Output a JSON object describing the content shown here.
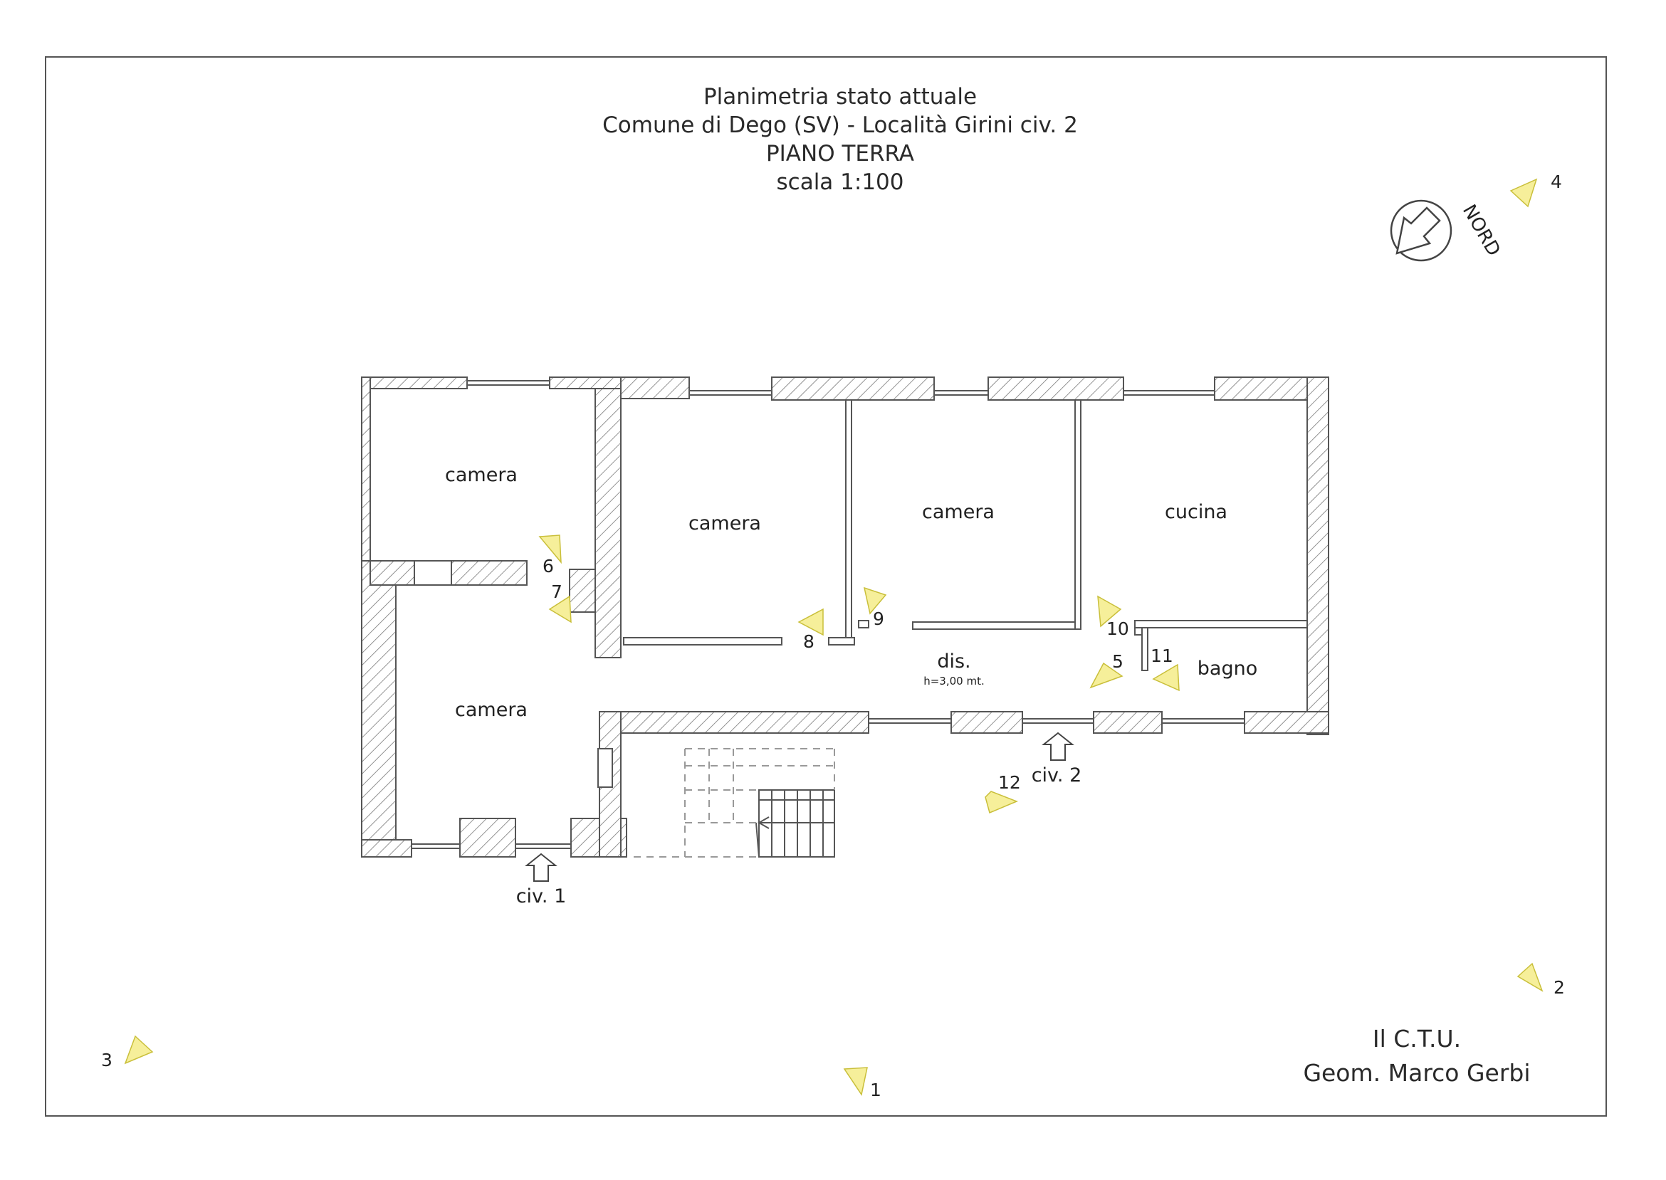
{
  "title": {
    "line1": "Planimetria stato attuale",
    "line2": "Comune di Dego (SV) - Località Girini civ. 2",
    "line3": "PIANO TERRA",
    "line4": "scala 1:100"
  },
  "compass": {
    "label": "NORD"
  },
  "rooms": {
    "camera_nw": "camera",
    "camera_sw": "camera",
    "camera_2": "camera",
    "camera_3": "camera",
    "cucina": "cucina",
    "bagno": "bagno",
    "dis": "dis.",
    "dis_height": "h=3,00 mt."
  },
  "entrances": {
    "civ1": "civ. 1",
    "civ2": "civ. 2"
  },
  "photo_points": {
    "p1": "1",
    "p2": "2",
    "p3": "3",
    "p4": "4",
    "p5": "5",
    "p6": "6",
    "p7": "7",
    "p8": "8",
    "p9": "9",
    "p10": "10",
    "p11": "11",
    "p12": "12"
  },
  "signature": {
    "line1": "Il C.T.U.",
    "line2": "Geom. Marco Gerbi"
  },
  "colors": {
    "marker": "#f6ef9a",
    "marker_stroke": "#c9bf3a",
    "wall": "#555555"
  }
}
